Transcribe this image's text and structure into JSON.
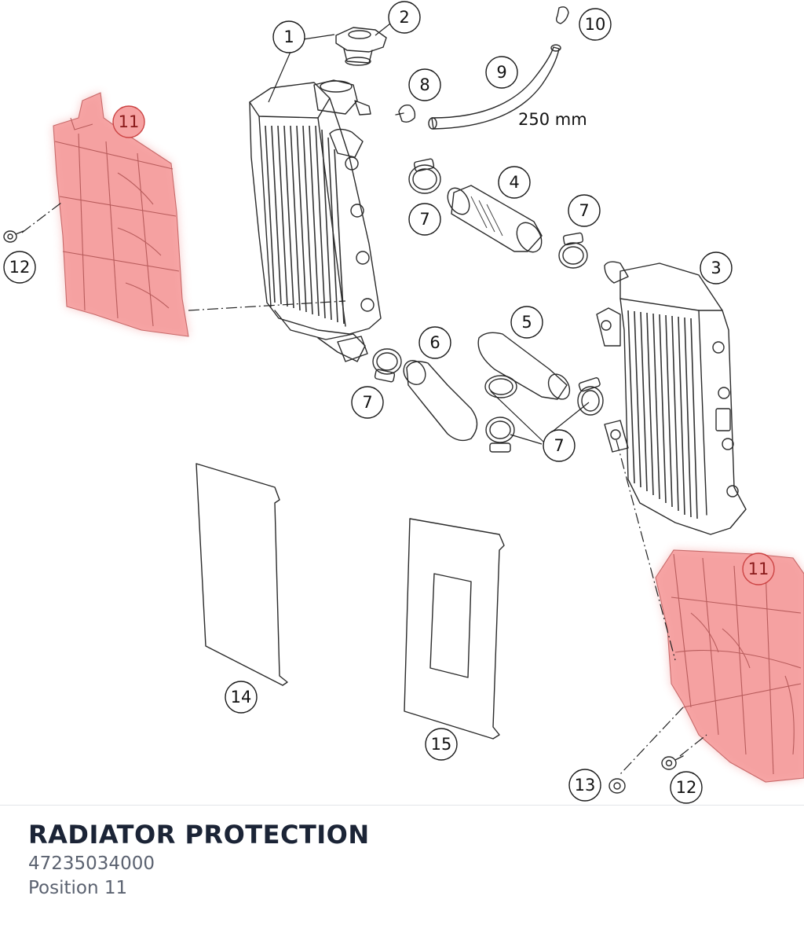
{
  "title": "RADIATOR PROTECTION",
  "part_number": "47235034000",
  "position": "Position 11",
  "highlight_color": "#f59a9a",
  "hose_length": "250 mm",
  "callouts": [
    {
      "id": "c1",
      "label": "1"
    },
    {
      "id": "c2",
      "label": "2"
    },
    {
      "id": "c3",
      "label": "3"
    },
    {
      "id": "c4",
      "label": "4"
    },
    {
      "id": "c5",
      "label": "5"
    },
    {
      "id": "c6",
      "label": "6"
    },
    {
      "id": "c7a",
      "label": "7"
    },
    {
      "id": "c7b",
      "label": "7"
    },
    {
      "id": "c7c",
      "label": "7"
    },
    {
      "id": "c7d",
      "label": "7"
    },
    {
      "id": "c8",
      "label": "8"
    },
    {
      "id": "c9",
      "label": "9"
    },
    {
      "id": "c10",
      "label": "10"
    },
    {
      "id": "c11a",
      "label": "11",
      "highlighted": true
    },
    {
      "id": "c11b",
      "label": "11",
      "highlighted": true
    },
    {
      "id": "c12a",
      "label": "12"
    },
    {
      "id": "c12b",
      "label": "12"
    },
    {
      "id": "c13",
      "label": "13"
    },
    {
      "id": "c14",
      "label": "14"
    },
    {
      "id": "c15",
      "label": "15"
    }
  ]
}
